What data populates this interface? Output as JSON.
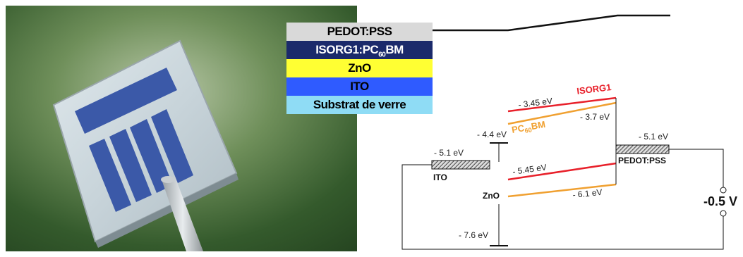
{
  "layer_stack": [
    {
      "label": "PEDOT:PSS",
      "bg": "#d9d9d9",
      "fg": "#000000"
    },
    {
      "label_main": "ISORG1:PC",
      "label_sub": "60",
      "label_tail": "BM",
      "bg": "#1b2a6b",
      "fg": "#ffffff"
    },
    {
      "label": "ZnO",
      "bg": "#ffff33",
      "fg": "#000000"
    },
    {
      "label": "ITO",
      "bg": "#2f5bff",
      "fg": "#000000"
    },
    {
      "label": "Substrat de verre",
      "bg": "#8fdcf5",
      "fg": "#000000"
    }
  ],
  "energy_diagram": {
    "isorg1": {
      "label": "ISORG1",
      "lumo": "- 3.45 eV",
      "homo": "- 5.45 eV",
      "color": "#e8202a"
    },
    "pcbm": {
      "label_main": "PC",
      "label_sub": "60",
      "label_tail": "BM",
      "lumo": "- 3.7 eV",
      "homo": "- 6.1 eV",
      "color": "#f0a030"
    },
    "zno": {
      "label": "ZnO",
      "top": "- 4.4 eV",
      "bottom": "- 7.6 eV"
    },
    "ito": {
      "label": "ITO",
      "level": "- 5.1 eV"
    },
    "pedot": {
      "label": "PEDOT:PSS",
      "level": "- 5.1 eV"
    },
    "bias": "-0.5 V"
  }
}
